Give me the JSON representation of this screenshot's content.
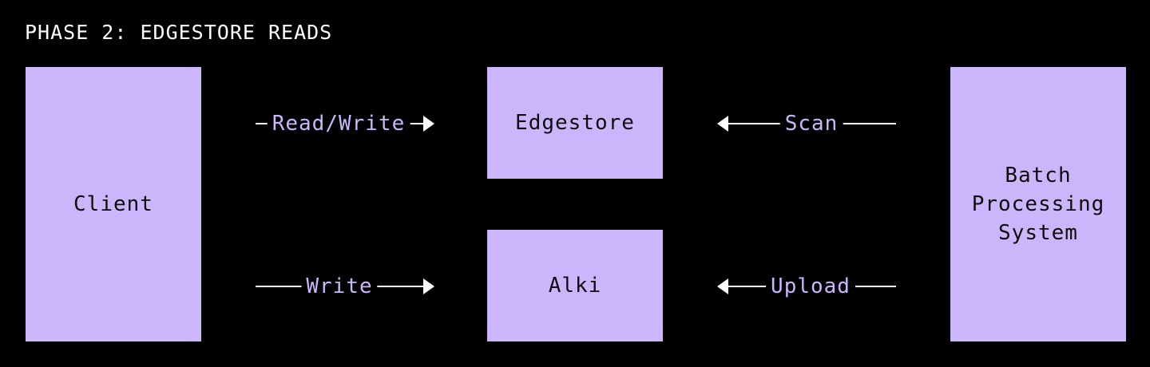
{
  "title": "PHASE 2: EDGESTORE READS",
  "nodes": {
    "client": "Client",
    "edgestore": "Edgestore",
    "alki": "Alki",
    "batch": "Batch\nProcessing\nSystem"
  },
  "edges": {
    "read_write": "Read/Write",
    "write": "Write",
    "scan": "Scan",
    "upload": "Upload"
  },
  "colors": {
    "background": "#000000",
    "node_fill": "#cbb6fc",
    "edge_label": "#cbb6fc",
    "line": "#ffffff"
  }
}
